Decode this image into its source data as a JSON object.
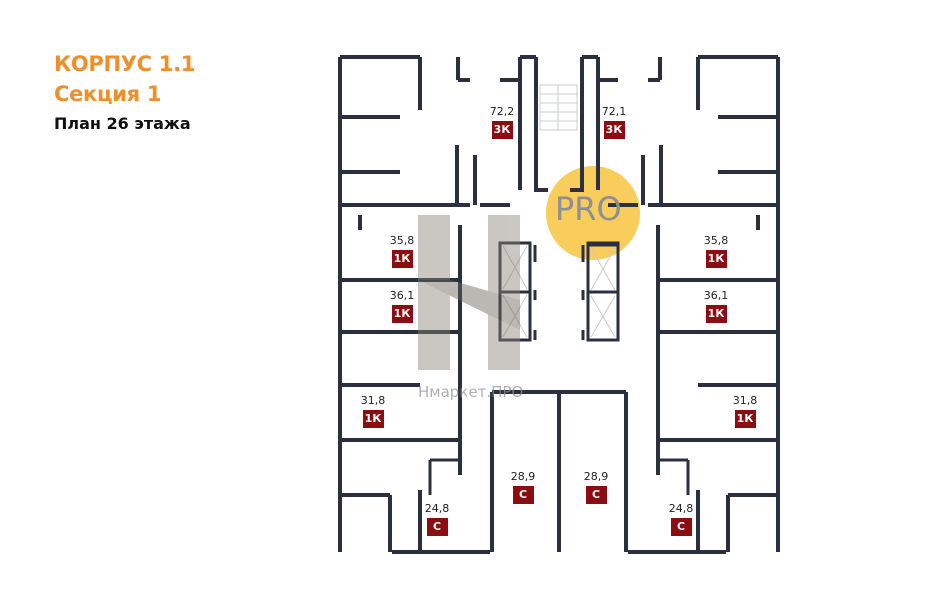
{
  "header": {
    "building": "КОРПУС 1.1",
    "section": "Секция 1",
    "floor_plan": "План 26 этажа"
  },
  "apartments": [
    {
      "area": "72,2",
      "type": "3К"
    },
    {
      "area": "72,1",
      "type": "3К"
    },
    {
      "area": "35,8",
      "type": "1К"
    },
    {
      "area": "35,8",
      "type": "1К"
    },
    {
      "area": "36,1",
      "type": "1К"
    },
    {
      "area": "36,1",
      "type": "1К"
    },
    {
      "area": "31,8",
      "type": "1К"
    },
    {
      "area": "31,8",
      "type": "1К"
    },
    {
      "area": "28,9",
      "type": "С"
    },
    {
      "area": "28,9",
      "type": "С"
    },
    {
      "area": "24,8",
      "type": "С"
    },
    {
      "area": "24,8",
      "type": "С"
    }
  ],
  "watermark": {
    "badge": "PRO",
    "text": "Нмаркет.ПРО"
  },
  "colors": {
    "accent": "#ef8f2b",
    "badge": "#8b0d12",
    "wall": "#2b3040",
    "pro_circle": "#f7c440"
  }
}
